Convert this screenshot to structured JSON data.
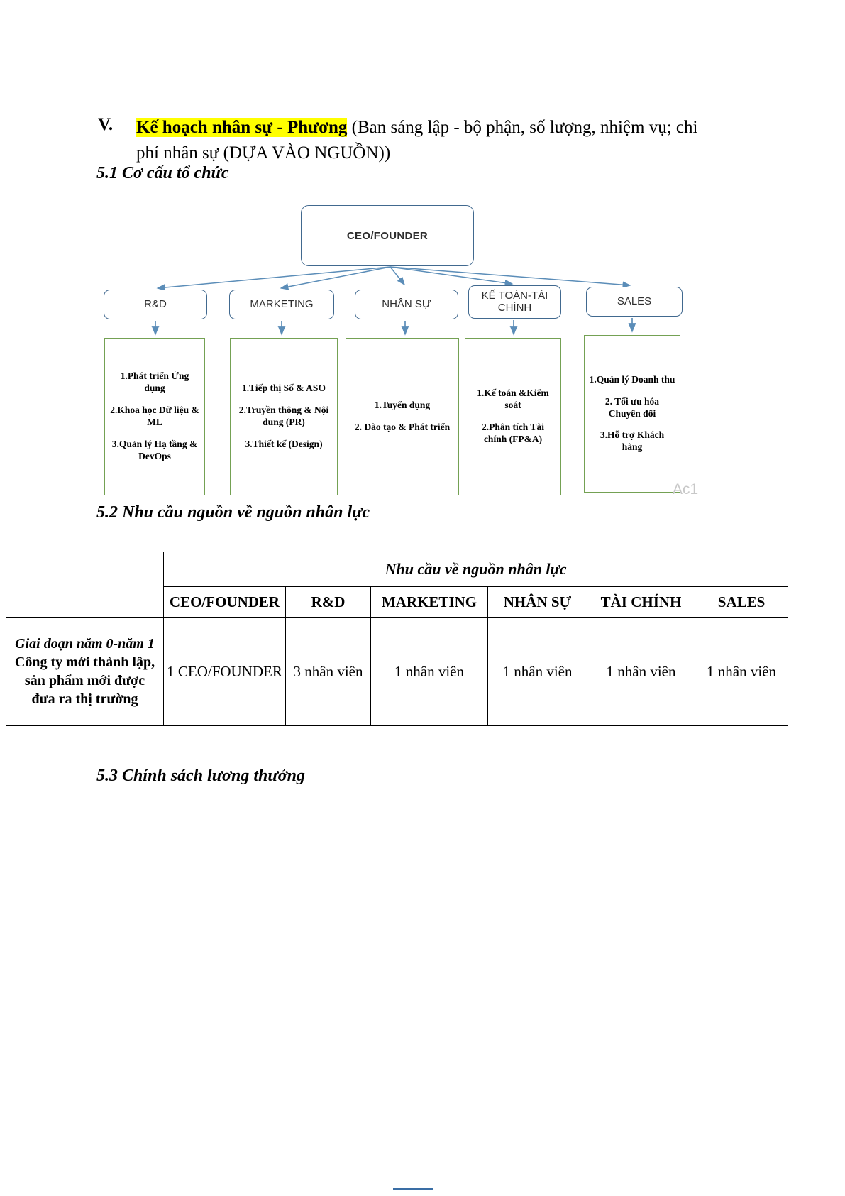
{
  "section": {
    "numeral": "V.",
    "title_highlighted": "Kế hoạch nhân sự - Phương",
    "title_rest": " (Ban sáng lập - bộ phận, số lượng, nhiệm vụ; chi phí nhân sự (DỰA VÀO NGUỒN))"
  },
  "subheadings": {
    "s51": "5.1 Cơ cấu tổ chức",
    "s52": "5.2 Nhu cầu nguồn về nguồn nhân lực",
    "s53": "5.3 Chính sách lương thưởng"
  },
  "orgchart": {
    "root": "CEO/FOUNDER",
    "watermark": "Ac1",
    "departments": [
      {
        "name": "R&D",
        "items": [
          "1.Phát triển Ứng dụng",
          "2.Khoa học Dữ liệu & ML",
          "3.Quản lý Hạ tầng & DevOps"
        ]
      },
      {
        "name": "MARKETING",
        "items": [
          "1.Tiếp thị Số & ASO",
          "2.Truyền thông & Nội dung (PR)",
          "3.Thiết kế (Design)"
        ]
      },
      {
        "name": "NHÂN SỰ",
        "items": [
          "1.Tuyển dụng",
          "2. Đào tạo & Phát triển"
        ]
      },
      {
        "name": "KẾ TOÁN-TÀI CHÍNH",
        "items": [
          "1.Kế toán &Kiểm soát",
          "2.Phân tích Tài chính (FP&A)"
        ]
      },
      {
        "name": "SALES",
        "items": [
          "1.Quản lý Doanh thu",
          "2. Tối ưu hóa Chuyển đổi",
          "3.Hỗ trợ Khách hàng"
        ]
      }
    ],
    "colors": {
      "node_border": "#41698f",
      "detail_border": "#74a153",
      "connector": "#5b8db8"
    }
  },
  "table": {
    "group_header": "Nhu cầu về nguồn nhân lực",
    "columns": [
      "CEO/FOUNDER",
      "R&D",
      "MARKETING",
      "NHÂN SỰ",
      "TÀI CHÍNH",
      "SALES"
    ],
    "rows": [
      {
        "label_line1": "Giai đoạn năm 0-năm 1",
        "label_line2": "Công ty mới thành lập,",
        "label_line3": "sản phẩm mới được",
        "label_line4": "đưa ra thị trường",
        "values": [
          "1 CEO/FOUNDER",
          "3 nhân viên",
          "1 nhân viên",
          "1 nhân viên",
          "1 nhân viên",
          "1 nhân viên"
        ]
      }
    ]
  }
}
